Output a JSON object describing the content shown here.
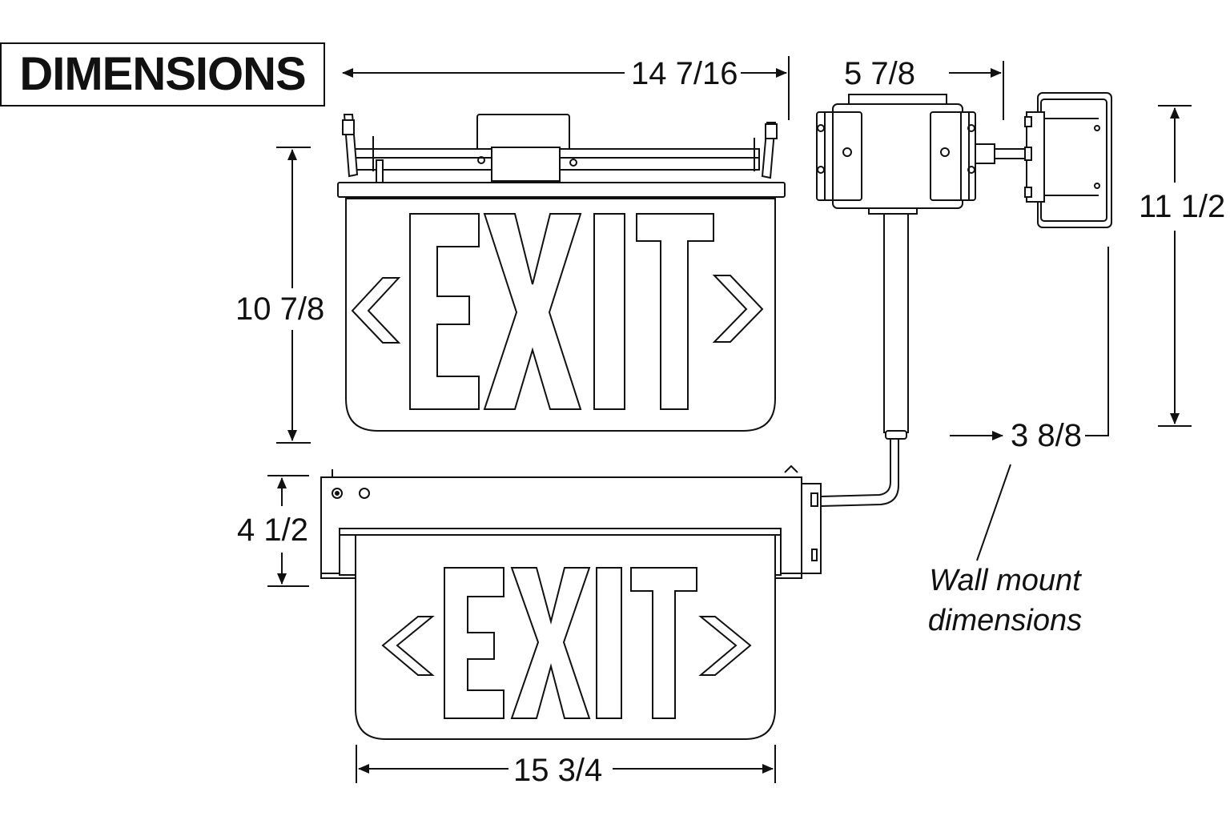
{
  "title": "DIMENSIONS",
  "sign_text": "EXIT",
  "dimensions": {
    "top_width": "14 7/16",
    "sign_height": "10 7/8",
    "box_width": "5 7/8",
    "wall_height": "11 1/2",
    "wall_depth": "3 8/8",
    "canopy_height": "4 1/2",
    "bottom_width": "15 3/4"
  },
  "caption_line1": "Wall mount",
  "caption_line2": "dimensions"
}
